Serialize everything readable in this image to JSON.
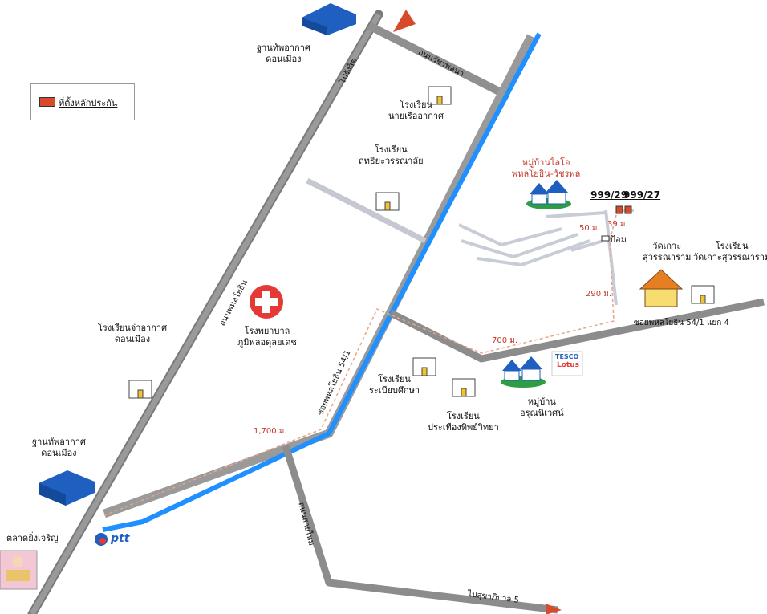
{
  "legend": {
    "label": "ที่ตั้งหลักประกัน",
    "swatch_color": "#d64b2a"
  },
  "labels": {
    "airforce_top": "ฐานทัพอากาศ\nดอนเมือง",
    "navy_school": "โรงเรียน\nนายเรืออากาศ",
    "yothin_school": "โรงเรียน\nฤทธิยะวรรณาลัย",
    "village_top": "หมู่บ้านไลโอ\nพหลโยธิน-วัชรพล",
    "hospital": "โรงพยาบาล\nภูมิพลอดุลยเดช",
    "jaoakas_school": "โรงเรียนจ่าอากาศ\nดอนเมือง",
    "wat": "วัดเกาะ\nสุวรรณาราม",
    "wat_school": "โรงเรียน\nวัดเกาะสุวรรณาราม",
    "rabeab_school": "โรงเรียน\nระเบียบศึกษา",
    "prathueang_school": "โรงเรียน\nประเทืองทิพย์วิทยา",
    "village_bottom": "หมู่บ้าน\nอรุณนิเวศน์",
    "airforce_bottom": "ฐานทัพอากาศ\nดอนเมือง",
    "market": "ตลาดยิ่งเจริญ",
    "ptt": "ptt",
    "tesco_1": "TESCO",
    "tesco_2": "Lotus",
    "booth": "ป้อม",
    "house_999_29": "999/29",
    "house_999_27": "999/27"
  },
  "roads": {
    "phahonyothin": "ถนนพหลโยธิน",
    "to_rangsit": "ไปรังสิต",
    "thetsaban": "ถนนวัชรพลนา",
    "soi_54_1": "ซอยพหลโยธิน 54/1",
    "soi_54_1_y4": "ซอยพหลโยธิน 54/1 แยก 4",
    "sai_mai": "ถนนสายไหม",
    "to_sukhaphiban5": "ไปสุขาภิบาล 5"
  },
  "distances": {
    "d_1700": "1,700 ม.",
    "d_700": "700 ม.",
    "d_290": "290 ม.",
    "d_50": "50 ม.",
    "d_39": "39 ม."
  },
  "colors": {
    "road": "#8c8c8c",
    "canal": "#1e90ff",
    "route": "#e8a58a",
    "marker": "#d64b2a",
    "building": "#1e5fbf",
    "hospital": "#e53935"
  }
}
